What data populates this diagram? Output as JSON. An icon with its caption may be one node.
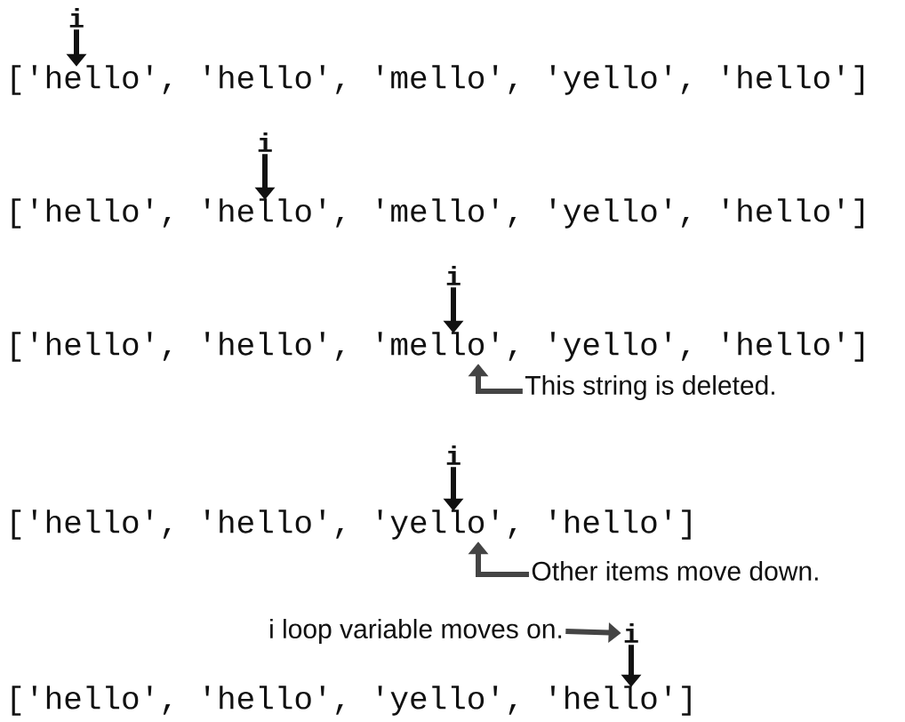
{
  "diagram": {
    "nodes": [
      {
        "text": [
          "i"
        ]
      },
      {
        "text": [
          "['hello', 'hello', 'mello', 'yello', 'hello']"
        ]
      },
      {
        "text": [
          "i"
        ]
      },
      {
        "text": [
          "['hello', 'hello', 'mello', 'yello', 'hello']"
        ]
      },
      {
        "text": [
          "i"
        ]
      },
      {
        "text": [
          "['hello', 'hello', 'mello', 'yello', 'hello']"
        ]
      },
      {
        "text": [
          "This string is deleted."
        ]
      },
      {
        "text": [
          "i"
        ]
      },
      {
        "text": [
          "['hello', 'hello', 'yello', 'hello']"
        ]
      },
      {
        "text": [
          "Other items move down."
        ]
      },
      {
        "text": [
          "i loop variable moves on."
        ]
      },
      {
        "text": [
          "i"
        ]
      },
      {
        "text": [
          "['hello', 'hello', 'yello', 'hello']"
        ]
      }
    ],
    "edges": [
      {
        "from": 0,
        "to": 1,
        "arrow": "to"
      },
      {
        "from": 2,
        "to": 3,
        "arrow": "to"
      },
      {
        "from": 4,
        "to": 5,
        "arrow": "to"
      },
      {
        "from": 6,
        "to": 5,
        "arrow": "to",
        "color": "#444444"
      },
      {
        "from": 7,
        "to": 8,
        "arrow": "to"
      },
      {
        "from": 9,
        "to": 8,
        "arrow": "to",
        "color": "#444444"
      },
      {
        "from": 10,
        "to": 11,
        "arrow": "to",
        "color": "#444444"
      },
      {
        "from": 11,
        "to": 12,
        "arrow": "to"
      }
    ]
  }
}
